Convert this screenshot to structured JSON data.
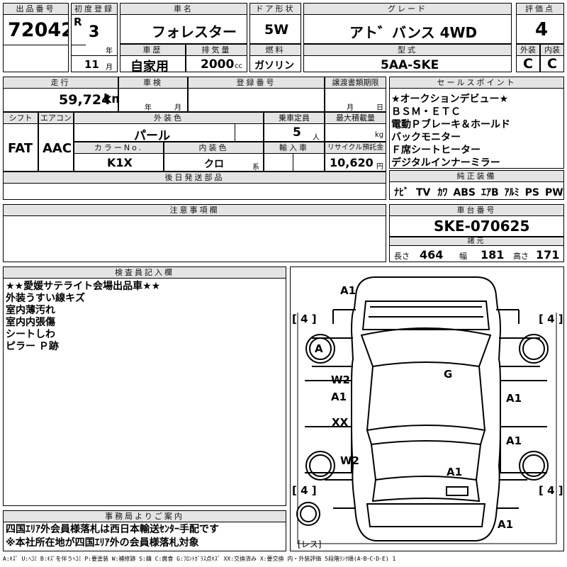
{
  "header": {
    "lot_label": "出品番号",
    "lot": "72042",
    "reg_label": "初度登録",
    "era": "R",
    "year": "3",
    "year_unit": "年",
    "month": "11",
    "month_unit": "月",
    "car_label": "車名",
    "car": "フォレスター",
    "door_label": "ドア形状",
    "door": "5W",
    "grade_label": "グレード",
    "grade": "アト゛バンス 4WD",
    "eval_label": "評価点",
    "eval": "4",
    "hist_label": "車歴",
    "hist": "自家用",
    "disp_label": "排気量",
    "disp": "2000",
    "disp_unit": "cc",
    "fuel_label": "燃料",
    "fuel": "ガソリン",
    "model_label": "型式",
    "model": "5AA-SKE",
    "ext_label": "外装",
    "ext": "C",
    "int_label": "内装",
    "int": "C"
  },
  "row2": {
    "mileage_label": "走行",
    "mileage": "59,724",
    "mileage_unit": "km",
    "inspect_label": "車検",
    "inspect_year_unit": "年",
    "inspect_month_unit": "月",
    "plate_label": "登録番号",
    "doc_label": "譲渡書類期限",
    "doc_month_unit": "月",
    "doc_day_unit": "日"
  },
  "row3": {
    "shift_label": "シフト",
    "shift": "FAT",
    "ac_label": "エアコン",
    "ac": "AAC",
    "color_label": "外装色",
    "color": "パール",
    "cap_label": "乗車定員",
    "cap": "5",
    "cap_unit": "人",
    "load_label": "最大積載量",
    "load_unit": "kg",
    "code_label": "カラーNo.",
    "code": "K1X",
    "intc_label": "内装色",
    "intc": "クロ",
    "intc_unit": "系",
    "import_label": "輸入車",
    "recycle_label": "リサイクル預託金",
    "recycle": "10,620",
    "recycle_unit": "円"
  },
  "later_label": "後日発送部品",
  "sales": {
    "label": "セールスポイント",
    "items": [
      "★オークションデビュー★",
      "ＢＳＭ・ＥＴＣ",
      "電動Ｐブレーキ＆ホールド",
      "バックモニター",
      "Ｆ席シートヒーター",
      "デジタルインナーミラー"
    ]
  },
  "equip": {
    "label": "純正装備",
    "items": [
      "ﾅﾋﾞ",
      "TV",
      "ｶﾜ",
      "ABS",
      "ｴｱB",
      "ｱﾙﾐ",
      "PS",
      "PW"
    ]
  },
  "caution_label": "注意事項欄",
  "chassis": {
    "label": "車台番号",
    "number": "SKE-070625"
  },
  "dims": {
    "label": "諸元",
    "l_label": "長さ",
    "l": "464",
    "w_label": "幅",
    "w": "181",
    "h_label": "高さ",
    "h": "171"
  },
  "inspector": {
    "label": "検査員記入欄",
    "lines": [
      "★★愛媛サテライト会場出品車★★",
      "外装うすい線キズ",
      "室内薄汚れ",
      "室内内張傷",
      "シートしわ",
      "ピラー Ｐ跡"
    ]
  },
  "office": {
    "label": "事務局よりご案内",
    "lines": [
      "四国ｴﾘｱ外会員様落札は西日本輸送ｾﾝﾀｰ手配です",
      "※本社所在地が四国ｴﾘｱ外の会員様落札対象"
    ]
  },
  "legend": "A:ｷｽﾞ U:ﾍｺﾐ B:ｷｽﾞを伴うﾍｺﾐ P:要塗装 W:補修跡 S:錆 C:腐食 G:ﾌﾛﾝﾄｶﾞﾗｽ点ｷｽﾞ XX:交換済み X:要交換 内・外装評価 5段階ﾗﾝｸ順(A･B･C･D･E) 1",
  "diagram": {
    "marks": [
      "A1",
      "A",
      "W2",
      "A1",
      "XX",
      "W2",
      "G",
      "A1",
      "A1",
      "A1",
      "A1"
    ],
    "tire": "4",
    "tire_bracket_l": "[",
    "tire_bracket_r": "]",
    "spare": "レス"
  }
}
